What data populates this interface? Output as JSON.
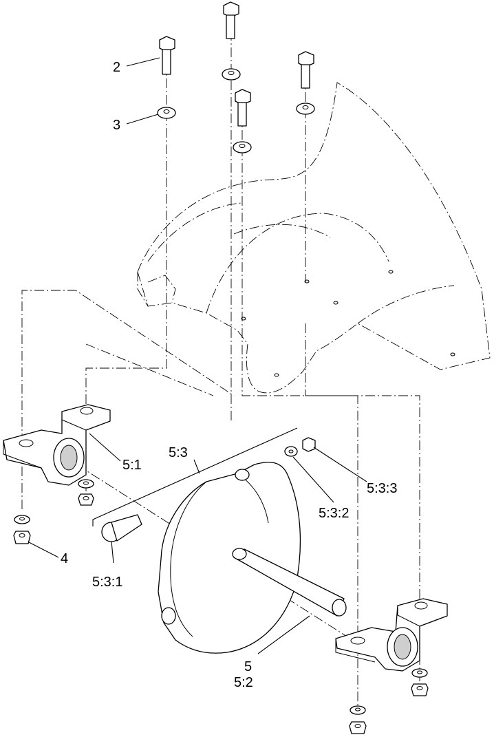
{
  "callouts": [
    {
      "id": "c2",
      "label": "2"
    },
    {
      "id": "c3",
      "label": "3"
    },
    {
      "id": "c4",
      "label": "4"
    },
    {
      "id": "c51",
      "label": "5:1"
    },
    {
      "id": "c53",
      "label": "5:3"
    },
    {
      "id": "c531",
      "label": "5:3:1"
    },
    {
      "id": "c532",
      "label": "5:3:2"
    },
    {
      "id": "c533",
      "label": "5:3:3"
    },
    {
      "id": "c5",
      "label": "5"
    },
    {
      "id": "c52",
      "label": "5:2"
    }
  ]
}
